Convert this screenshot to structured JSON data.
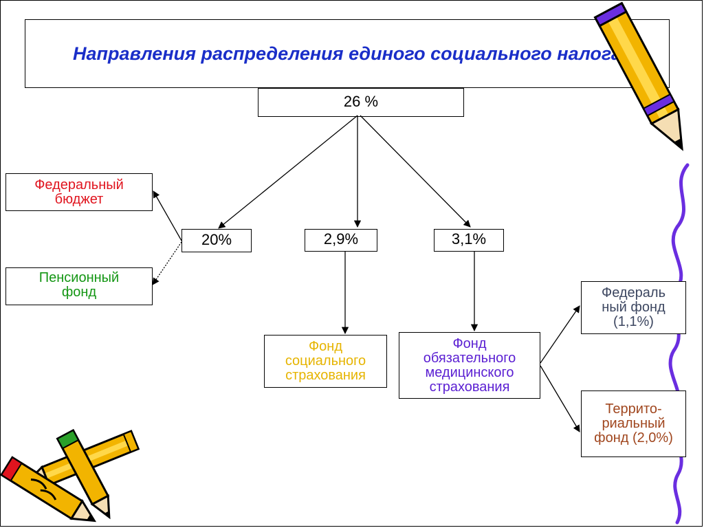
{
  "title": "Направления распределения единого социального налога",
  "total": "26 %",
  "shares": {
    "a": "20%",
    "b": "2,9%",
    "c": "3,1%"
  },
  "targets": {
    "federal_budget": "Федеральный бюджет",
    "pension_fund": "Пенсионный фонд",
    "social_insurance_fund": "Фонд социального страхования",
    "medical_insurance_fund": "Фонд обязательного медицинского страхования",
    "federal_fund": "Федераль ный фонд (1,1%)",
    "territorial_fund": "Террито- риальный фонд (2,0%)"
  },
  "colors": {
    "title": "#1a2ec8",
    "federal_budget": "#e0141e",
    "pension_fund": "#149614",
    "social_insurance_fund": "#e6b400",
    "medical_insurance_fund": "#5a1ed2",
    "federal_fund": "#3c4660",
    "territorial_fund": "#a0461e"
  },
  "decorations": {
    "pencil_top_right": "pencil-icon",
    "pencils_bottom_left": "crossed-pencils-icon",
    "wavy_line_right": "squiggle-line"
  }
}
